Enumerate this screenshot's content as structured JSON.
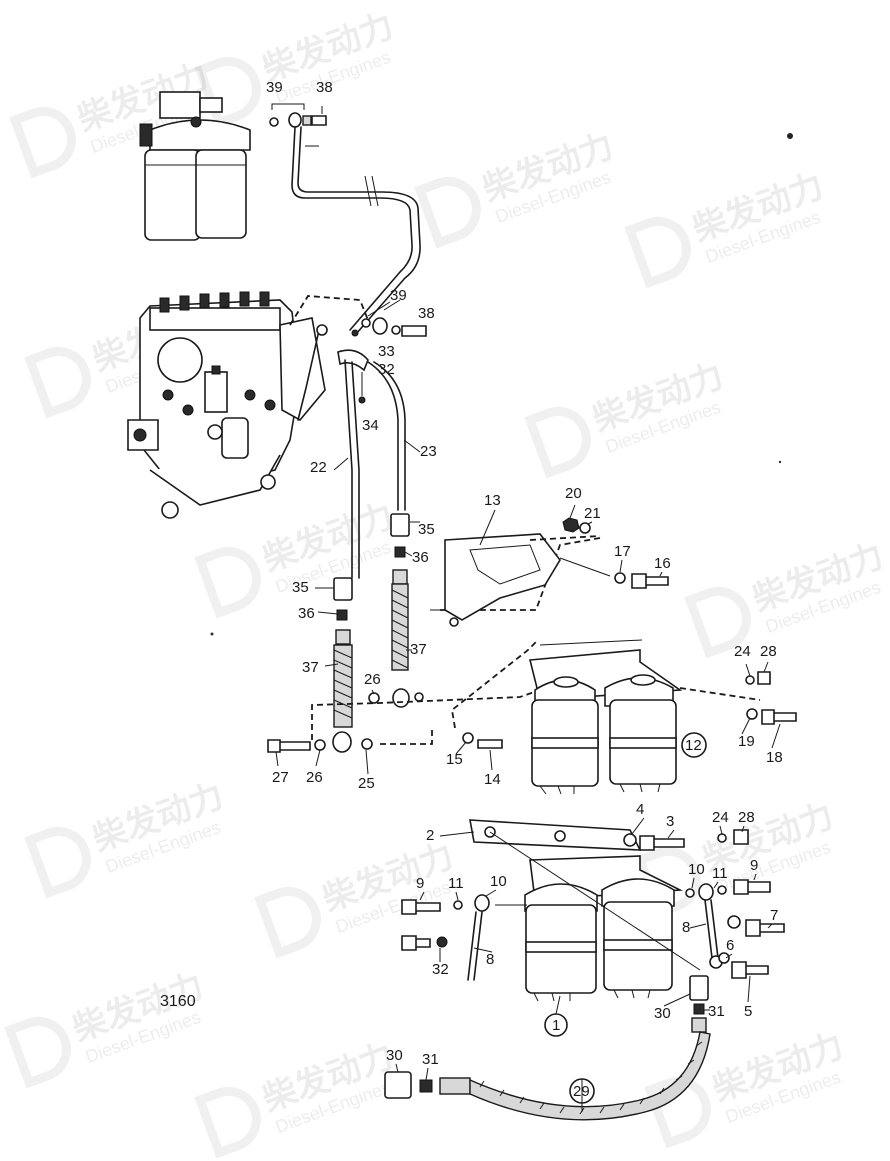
{
  "watermark": {
    "brand_cn": "柴发动力",
    "brand_en": "Diesel-Engines",
    "logo_icon": "d-shape-logo-icon"
  },
  "drawing": {
    "reference_number": "3160"
  },
  "callouts": {
    "c39a": "39",
    "c38a": "38",
    "c39b": "39",
    "c38b": "38",
    "c33": "33",
    "c32a": "32",
    "c34": "34",
    "c22": "22",
    "c23": "23",
    "c13": "13",
    "c20": "20",
    "c21": "21",
    "c17": "17",
    "c16": "16",
    "c35a": "35",
    "c36a": "36",
    "c35b": "35",
    "c36b": "36",
    "c37a": "37",
    "c37b": "37",
    "c24a": "24",
    "c28a": "28",
    "c26a": "26",
    "c27": "27",
    "c26b": "26",
    "c25": "25",
    "c15": "15",
    "c14": "14",
    "c19": "19",
    "c18": "18",
    "c12": "12",
    "c2": "2",
    "c4": "4",
    "c3": "3",
    "c24b": "24",
    "c28b": "28",
    "c9a": "9",
    "c11a": "11",
    "c10a": "10",
    "c10b": "10",
    "c11b": "11",
    "c9b": "9",
    "c8a": "8",
    "c8b": "8",
    "c7": "7",
    "c6": "6",
    "c5": "5",
    "c32b": "32",
    "c30a": "30",
    "c31a": "31",
    "c1": "1",
    "c30b": "30",
    "c31b": "31",
    "c29": "29"
  }
}
